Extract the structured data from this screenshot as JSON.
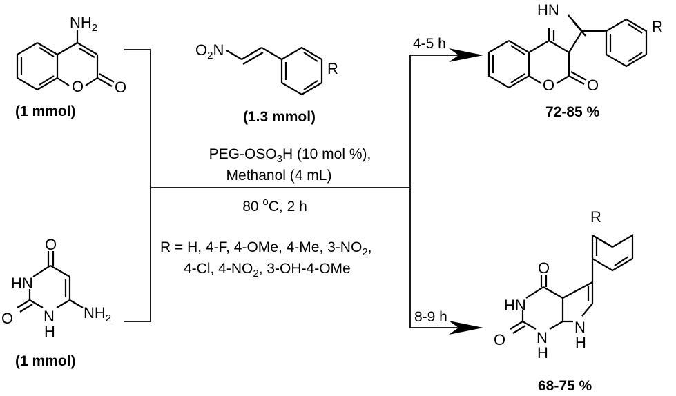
{
  "reactants": {
    "aminocoumarin_amount": "(1 mmol)",
    "nitrostyrene_amount": "(1.3 mmol)",
    "aminouracil_amount": "(1 mmol)"
  },
  "conditions": {
    "catalyst_main": "PEG-OSO",
    "catalyst_sub": "3",
    "catalyst_rest": "H (10 mol %),",
    "solvent": "Methanol (4 mL)",
    "temperature_value": "80 ",
    "temperature_degree": "o",
    "temperature_rest": "C, 2 h",
    "substituents_line1_main": "R = H, 4-F, 4-OMe, 4-Me, 3-NO",
    "substituents_line1_sub": "2",
    "substituents_line1_tail": ",",
    "substituents_line2_pre": "4-Cl, 4-NO",
    "substituents_line2_sub": "2",
    "substituents_line2_post": ", 3-OH-4-OMe"
  },
  "routes": {
    "upper_time": "4-5 h",
    "lower_time": "8-9 h"
  },
  "yields": {
    "upper_yield": "72-85 %",
    "lower_yield": "68-75 %"
  },
  "atoms": {
    "nh": "NH",
    "nh_sub": "2",
    "o": "O",
    "o2": "O",
    "o2_sub": "2",
    "n": "N",
    "r": "R",
    "hn": "HN",
    "h": "H",
    "n_h": "N",
    "n_h2": "N"
  }
}
